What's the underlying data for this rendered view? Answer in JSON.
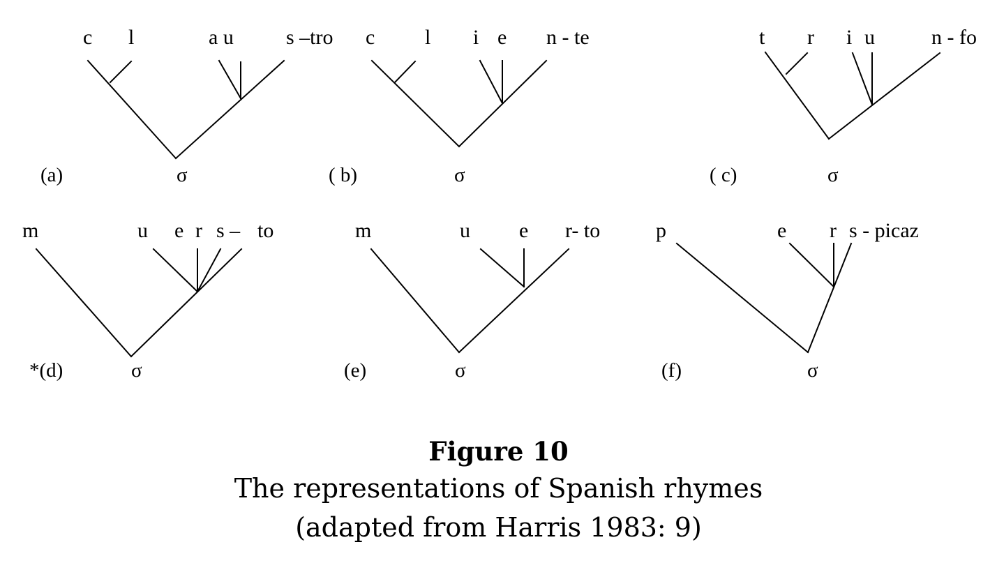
{
  "trees": [
    {
      "id": "a",
      "tag": "(a)",
      "node": "σ",
      "segments": [
        "c",
        "l",
        "a u",
        "s –tro"
      ]
    },
    {
      "id": "b",
      "tag": "( b)",
      "node": "σ",
      "segments": [
        "c",
        "l",
        "i",
        "e",
        "n - te"
      ]
    },
    {
      "id": "c",
      "tag": "( c)",
      "node": "σ",
      "segments": [
        "t",
        "r",
        "i",
        "u",
        "n - fo"
      ]
    },
    {
      "id": "d",
      "tag": "*(d)",
      "node": "σ",
      "segments": [
        "m",
        "u",
        "e",
        "r",
        "s –",
        "to"
      ]
    },
    {
      "id": "e",
      "tag": "(e)",
      "node": "σ",
      "segments": [
        "m",
        "u",
        "e",
        "r- to"
      ]
    },
    {
      "id": "f",
      "tag": "(f)",
      "node": "σ",
      "segments": [
        "p",
        "e",
        "r",
        "s - picaz"
      ]
    }
  ],
  "caption": {
    "title": "Figure 10",
    "line1": "The representations of Spanish rhymes",
    "line2": "(adapted from Harris 1983: 9)"
  }
}
